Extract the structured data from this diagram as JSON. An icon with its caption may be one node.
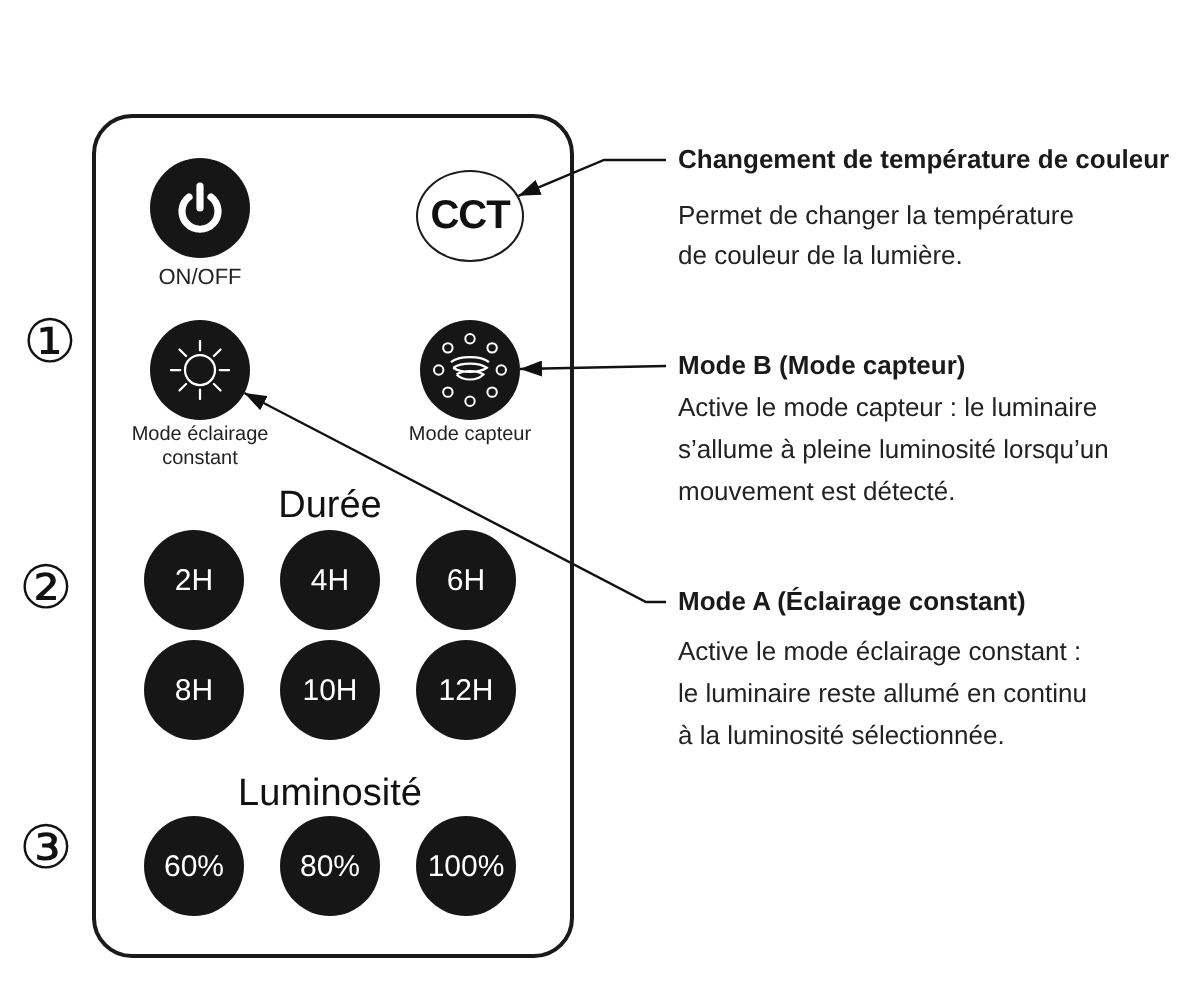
{
  "diagram": {
    "nodes": [
      {
        "text": [],
        "shape": "box"
      },
      {
        "text": [],
        "shape": "circle",
        "beside": [
          "ON/OFF"
        ],
        "in": 0
      },
      {
        "text": [
          "CCT"
        ],
        "in": 0
      },
      {
        "text": [],
        "shape": "circle",
        "beside": [
          "Mode éclairage constant"
        ],
        "in": 0
      },
      {
        "text": [],
        "shape": "circle",
        "beside": [
          "Mode capteur"
        ],
        "in": 0
      },
      {
        "text": [
          "2H"
        ],
        "in": 0
      },
      {
        "text": [
          "4H"
        ],
        "in": 0
      },
      {
        "text": [
          "6H"
        ],
        "in": 0
      },
      {
        "text": [
          "8H"
        ],
        "in": 0
      },
      {
        "text": [
          "10H"
        ],
        "in": 0
      },
      {
        "text": [
          "12H"
        ],
        "in": 0
      },
      {
        "text": [
          "60%"
        ],
        "in": 0
      },
      {
        "text": [
          "80%"
        ],
        "in": 0
      },
      {
        "text": [
          "100%"
        ],
        "in": 0
      },
      {
        "text": [
          "Changement de température de couleur",
          "Permet de changer la température de couleur de la lumière."
        ]
      },
      {
        "text": [
          "Mode B (Mode capteur)",
          "Active le mode capteur : le luminaire s’allume à pleine luminosité lorsqu’un mouvement est détecté."
        ]
      },
      {
        "text": [
          "Mode A (Éclairage constant)",
          "Active le mode éclairage constant : le luminaire reste allumé en continu à la luminosité sélectionnée."
        ]
      }
    ],
    "edges": [
      {
        "from": 14,
        "to": 2,
        "arrow": "to"
      },
      {
        "from": 15,
        "to": 4,
        "arrow": "to"
      },
      {
        "from": 16,
        "to": 3,
        "arrow": "to"
      }
    ],
    "labels": [
      "①",
      "Durée",
      "②",
      "Luminosité",
      "③"
    ]
  }
}
